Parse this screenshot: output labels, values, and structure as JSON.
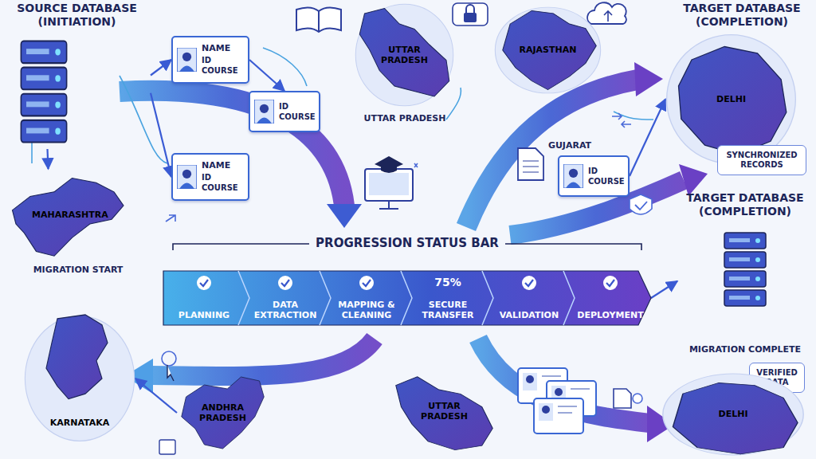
{
  "diagram": {
    "nodes": [
      {
        "text": [
          "SOURCE DATABASE (INITIATION)"
        ]
      },
      {
        "text": [
          "NAME",
          "ID",
          "COURSE"
        ]
      },
      {
        "text": [
          "ID",
          "COURSE"
        ]
      },
      {
        "text": [
          "NAME",
          "ID",
          "COURSE"
        ]
      },
      {
        "text": [
          "UTTAR PRADESH"
        ]
      },
      {
        "text": [
          "RAJASTHAN"
        ]
      },
      {
        "text": [
          "DELHI"
        ]
      },
      {
        "text": [
          "SYNCHRONIZED RECORDS"
        ]
      },
      {
        "text": [
          "ID",
          "COURSE"
        ]
      },
      {
        "text": [
          "MAHARASHTRA"
        ]
      },
      {
        "text": [
          "PROGRESSION STATUS BAR"
        ]
      },
      {
        "text": [
          "PLANNING"
        ],
        "in": 10
      },
      {
        "text": [
          "DATA EXTRACTION"
        ],
        "in": 10
      },
      {
        "text": [
          "MAPPING & CLEANING"
        ],
        "in": 10
      },
      {
        "text": [
          "75%",
          "SECURE TRANSFER"
        ],
        "in": 10
      },
      {
        "text": [
          "VALIDATION"
        ],
        "in": 10
      },
      {
        "text": [
          "DEPLOYMENT"
        ],
        "in": 10
      },
      {
        "text": [
          "TARGET DATABASE (COMPLETION)",
          "MIGRATION COMPLETE"
        ]
      },
      {
        "text": [
          "KARNATAKA"
        ]
      },
      {
        "text": [
          "ANDHRA PRADESH"
        ]
      },
      {
        "text": [
          "VERIFIED DATA"
        ]
      },
      {
        "text": [
          "UTTAR PRADESH"
        ]
      },
      {
        "text": [
          "DELHI"
        ]
      }
    ],
    "edges": [
      {
        "from": 0,
        "to": 1,
        "arrow": "to"
      },
      {
        "from": 0,
        "to": 3,
        "arrow": "to"
      },
      {
        "from": 1,
        "to": 2,
        "arrow": "to"
      },
      {
        "from": 0,
        "to": 9,
        "arrow": "to"
      },
      {
        "from": 10,
        "to": 17,
        "arrow": "to"
      },
      {
        "from": 8,
        "to": 6,
        "arrow": "to"
      },
      {
        "from": 19,
        "to": 18,
        "arrow": "to"
      }
    ],
    "labels": [
      "TARGET DATABASE (COMPLETION)",
      "UTTAR PRADESH",
      "GUJARAT",
      "MIGRATION START"
    ]
  }
}
